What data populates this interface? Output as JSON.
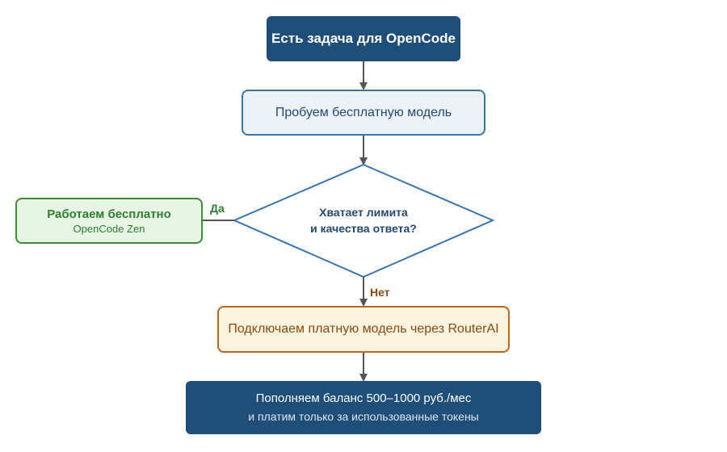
{
  "nodes": {
    "start": {
      "label": "Есть задача для OpenCode"
    },
    "try_free": {
      "label": "Пробуем бесплатную модель"
    },
    "decision": {
      "line1": "Хватает лимита",
      "line2": "и качества ответа?"
    },
    "free": {
      "title": "Работаем бесплатно",
      "subtitle": "OpenCode Zen"
    },
    "paid": {
      "label": "Подключаем платную модель через RouterAI"
    },
    "topup": {
      "line1": "Пополняем баланс 500–1000 руб./мес",
      "line2": "и платим только за использованные токены"
    }
  },
  "edges": {
    "yes_label": "Да",
    "no_label": "Нет"
  },
  "colors": {
    "dark_blue": "#1f4e79",
    "blue_border": "#3677b3",
    "green": "#2e7d32",
    "orange": "#b9651d",
    "arrow": "#555555"
  }
}
